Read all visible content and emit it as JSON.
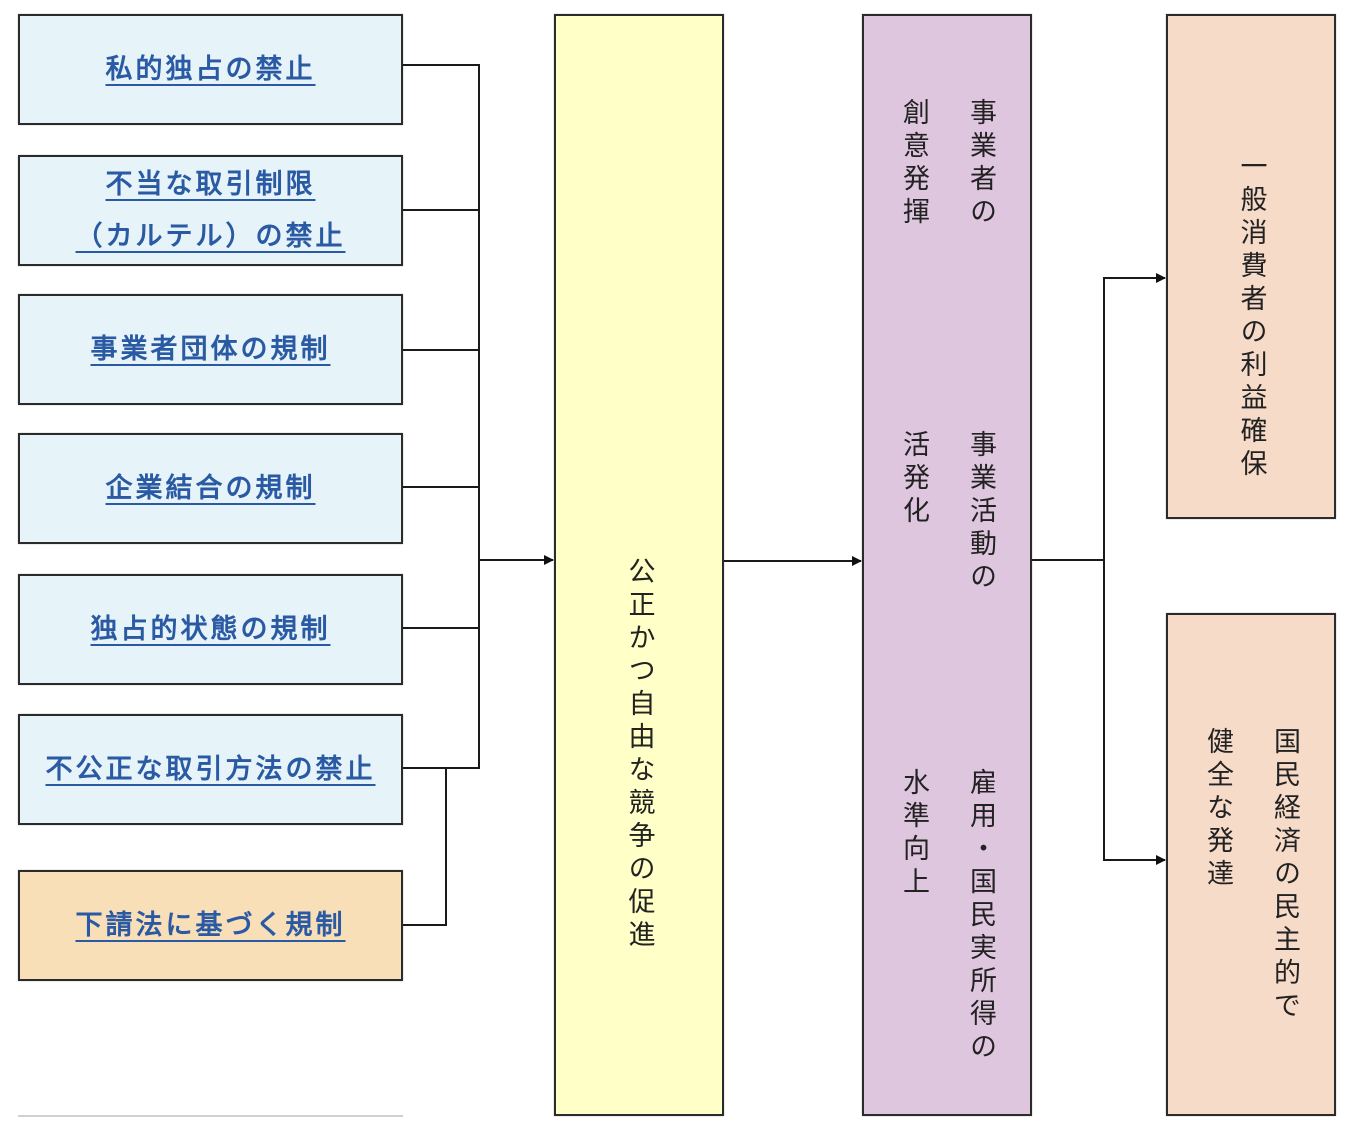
{
  "left_items": [
    {
      "lines": [
        "私的独占の禁止"
      ],
      "type": "link",
      "color": "#e6f3f9"
    },
    {
      "lines": [
        "不当な取引制限",
        "（カルテル）の禁止"
      ],
      "type": "link",
      "color": "#e6f3f9"
    },
    {
      "lines": [
        "事業者団体の規制"
      ],
      "type": "link",
      "color": "#e6f3f9"
    },
    {
      "lines": [
        "企業結合の規制"
      ],
      "type": "link",
      "color": "#e6f3f9"
    },
    {
      "lines": [
        "独占的状態の規制"
      ],
      "type": "link",
      "color": "#e6f3f9"
    },
    {
      "lines": [
        "不公正な取引方法の禁止"
      ],
      "type": "link",
      "color": "#e6f3f9"
    },
    {
      "lines": [
        "下請法に基づく規制"
      ],
      "type": "link",
      "color": "#f8dfb8"
    }
  ],
  "center": {
    "text": "公正かつ自由な競争の促進",
    "color": "#ffffc8"
  },
  "effects": {
    "color": "#dfc6df",
    "groups": [
      {
        "col1": "事業者の",
        "col2": "創意発揮"
      },
      {
        "col1": "事業活動の",
        "col2": "活発化"
      },
      {
        "col1": "雇用・国民実所得の",
        "col2": "水準向上"
      }
    ]
  },
  "outcomes": {
    "color": "#f6dbc9",
    "items": [
      {
        "col1": "一般消費者の利益確保",
        "col2": ""
      },
      {
        "col1": "国民経済の民主的で",
        "col2": "健全な発達"
      }
    ]
  },
  "colors": {
    "link": "#2a5aa3",
    "border": "#2b2b2b",
    "line": "#1a1a1a"
  }
}
